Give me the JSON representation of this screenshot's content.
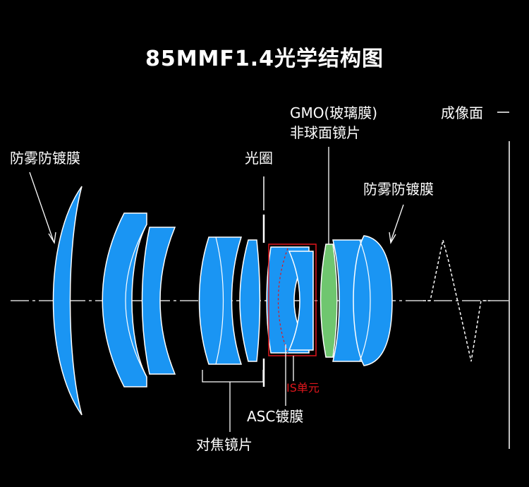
{
  "title": "85MMF1.4光学结构图",
  "labels": {
    "coating_front": "防雾防镀膜",
    "aperture": "光圈",
    "gmo_line1": "GMO(玻璃膜)",
    "gmo_line2": "非球面镜片",
    "image_plane": "成像面",
    "coating_rear": "防雾防镀膜",
    "is_unit": "IS单元",
    "asc_coating": "ASC镀膜",
    "focus_group": "对焦镜片"
  },
  "colors": {
    "lens": "#1a95f3",
    "gmo": "#6fc66f",
    "is_box": "#e0161c",
    "lines": "#ffffff",
    "background": "#000000"
  }
}
